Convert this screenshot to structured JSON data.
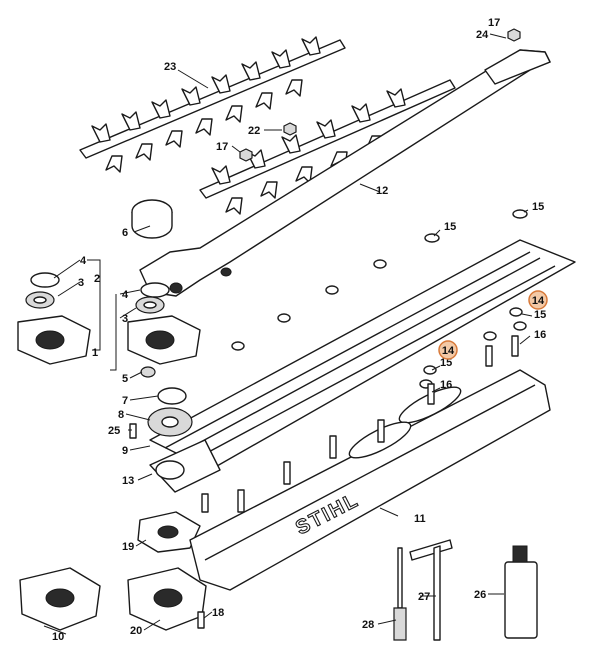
{
  "diagram": {
    "brand_text": "STIHL",
    "highlight_color": "#f3c9a6",
    "highlight_stroke": "#d87a3a",
    "callouts": {
      "n1": "1",
      "n2": "2",
      "n3a": "3",
      "n3b": "3",
      "n4a": "4",
      "n4b": "4",
      "n5": "5",
      "n6": "6",
      "n7": "7",
      "n8": "8",
      "n9": "9",
      "n10": "10",
      "n11": "11",
      "n12": "12",
      "n13": "13",
      "n15a": "15",
      "n15b": "15",
      "n15c": "15",
      "n15d": "15",
      "n16a": "16",
      "n16b": "16",
      "n17a": "17",
      "n17b": "17",
      "n18": "18",
      "n19": "19",
      "n20": "20",
      "n22": "22",
      "n23": "23",
      "n24": "24",
      "n25": "25",
      "n26": "26",
      "n27": "27",
      "n28": "28"
    },
    "highlighted": {
      "h14a": "14",
      "h14b": "14"
    }
  }
}
